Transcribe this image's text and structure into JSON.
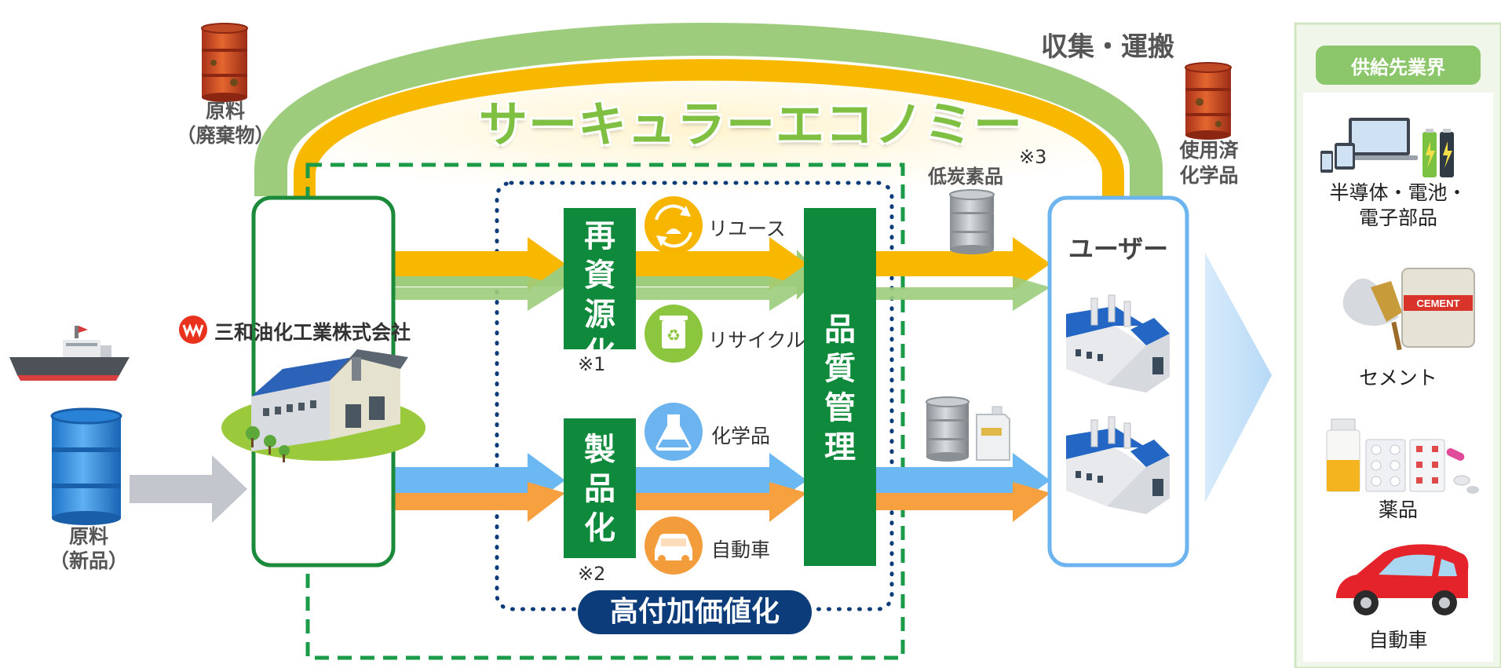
{
  "title": "サーキュラーエコノミー",
  "collection_label": "収集・運搬",
  "company_name": "三和油化工業株式会社",
  "raw_waste_label": [
    "原料",
    "（廃棄物）"
  ],
  "raw_new_label": [
    "原料",
    "（新品）"
  ],
  "used_chemicals_label": [
    "使用済",
    "化学品"
  ],
  "low_carbon_label": "低炭素品",
  "note_3": "※3",
  "regeneration": {
    "title_chars": [
      "再",
      "資",
      "源",
      "化"
    ],
    "note": "※1",
    "items": [
      {
        "label": "リユース",
        "icon": "reuse-icon",
        "color": "#f7b500"
      },
      {
        "label": "リサイクル",
        "icon": "recycle-icon",
        "color": "#8cc63f"
      }
    ]
  },
  "productization": {
    "title_chars": [
      "製",
      "品",
      "化"
    ],
    "note": "※2",
    "items": [
      {
        "label": "化学品",
        "icon": "flask-icon",
        "color": "#6cb4f0"
      },
      {
        "label": "自動車",
        "icon": "car-icon",
        "color": "#f39c3c"
      }
    ]
  },
  "quality_control_chars": [
    "品",
    "質",
    "管",
    "理"
  ],
  "value_added_label": "高付加価値化",
  "user_label": "ユーザー",
  "industries": {
    "header": "供給先業界",
    "items": [
      {
        "label_lines": [
          "半導体・電池・",
          "電子部品"
        ],
        "icon": "electronics-icon"
      },
      {
        "label_lines": [
          "セメント"
        ],
        "icon": "cement-bag-icon",
        "bag_text": "CEMENT"
      },
      {
        "label_lines": [
          "薬品"
        ],
        "icon": "medicine-icon"
      },
      {
        "label_lines": [
          "自動車"
        ],
        "icon": "red-car-icon"
      }
    ]
  },
  "colors": {
    "green_dark": "#0f8a3c",
    "green_light": "#8cc66b",
    "yellow": "#f8b800",
    "blue": "#6bb8f2",
    "orange": "#f6a040",
    "navy": "#0d3c7a",
    "user_border": "#6cb4ef"
  }
}
